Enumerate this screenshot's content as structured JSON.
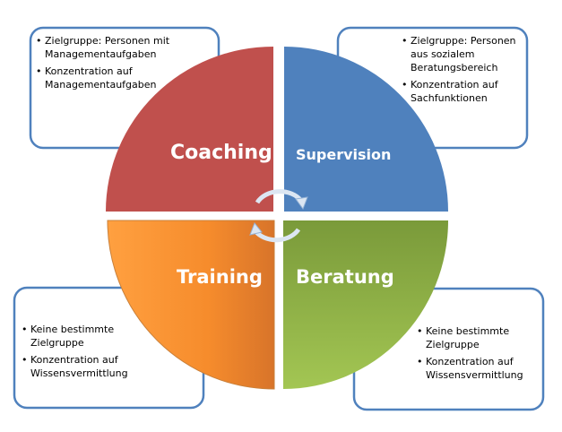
{
  "quadrants": [
    {
      "label": "Coaching",
      "color": "#c0504d",
      "bullets": [
        "Zielgruppe: Personen mit Managementaufgaben",
        "Konzentration auf Managementaufgaben"
      ]
    },
    {
      "label": "Supervision",
      "color": "#4f81bd",
      "bullets": [
        "Zielgruppe: Personen aus sozialem Beratungsbereich",
        "Konzentration auf Sachfunktionen"
      ]
    },
    {
      "label": "Training",
      "color": "#f79646",
      "bullets": [
        "Keine bestimmte Zielgruppe",
        "Konzentration auf Wissensvermittlung"
      ]
    },
    {
      "label": "Beratung",
      "color": "#9bbb59",
      "bullets": [
        "Keine bestimmte Zielgruppe",
        "Konzentration auf Wissensvermittlung"
      ]
    }
  ],
  "box_border_color": "#4f81bd",
  "center_icon": "cycle-arrows-icon"
}
